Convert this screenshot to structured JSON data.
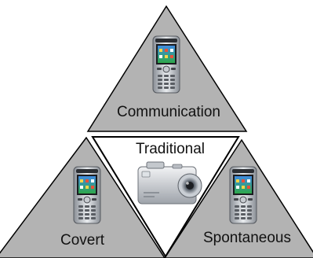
{
  "diagram": {
    "labels": {
      "top": "Communication",
      "center": "Traditional",
      "left": "Covert",
      "right": "Spontaneous"
    },
    "colors": {
      "triangle_fill": "#b3b3b3",
      "center_fill": "#ffffff",
      "outline": "#000000"
    },
    "icons": {
      "top": "mobile-phone-icon",
      "center": "digital-camera-icon",
      "left": "mobile-phone-icon",
      "right": "mobile-phone-icon"
    }
  }
}
